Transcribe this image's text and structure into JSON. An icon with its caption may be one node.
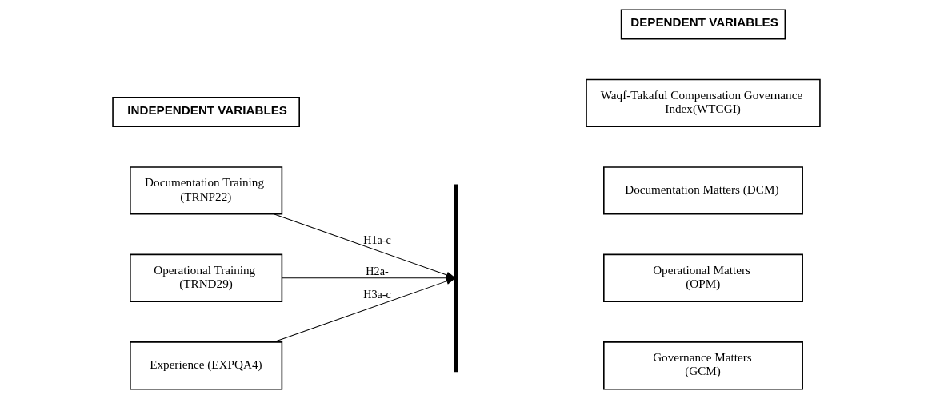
{
  "diagram": {
    "nodes": [
      {
        "text": [
          "INDEPENDENT VARIABLES"
        ]
      },
      {
        "text": [
          "DEPENDENT VARIABLES"
        ]
      },
      {
        "text": [
          "Waqf-Takaful Compensation Governance Index(WTCGI)"
        ]
      },
      {
        "text": [
          "Documentation Training (TRNP22)"
        ]
      },
      {
        "text": [
          "Operational Training (TRND29)"
        ]
      },
      {
        "text": [
          "Experience (EXPQA4)"
        ]
      },
      {
        "text": [],
        "shape": "bar"
      },
      {
        "text": [
          "Documentation Matters (DCM)"
        ]
      },
      {
        "text": [
          "Operational Matters (OPM)"
        ]
      },
      {
        "text": [
          "Governance Matters (GCM)"
        ]
      }
    ],
    "edges": [
      {
        "from": 3,
        "to": 6,
        "arrow": "to",
        "label": "H1a-c"
      },
      {
        "from": 4,
        "to": 6,
        "arrow": "to",
        "label": "H2a-"
      },
      {
        "from": 5,
        "to": 6,
        "arrow": "to",
        "label": "H3a-c"
      }
    ]
  }
}
